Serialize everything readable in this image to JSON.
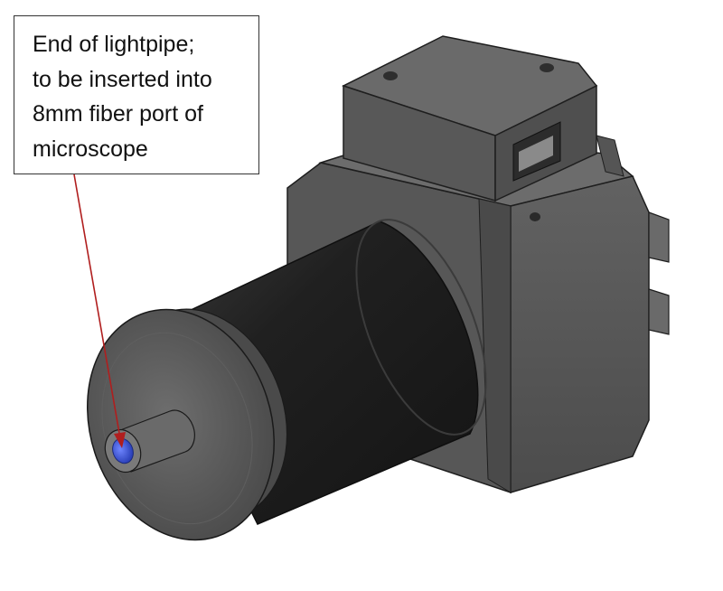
{
  "callout": {
    "lines": [
      "End of lightpipe;",
      "to be inserted into",
      "8mm fiber port of",
      "microscope"
    ]
  },
  "colors": {
    "arrow": "#b01e1e",
    "lightpipe_tip": "#2d4fd0",
    "body_dark": "#262626",
    "housing": "#5b5b5b",
    "housing_light": "#7a7a7a",
    "housing_dark": "#3e3e3e",
    "edge": "#1a1a1a"
  },
  "icons": [
    "lightpipe-module-illustration",
    "arrow-pointer"
  ]
}
